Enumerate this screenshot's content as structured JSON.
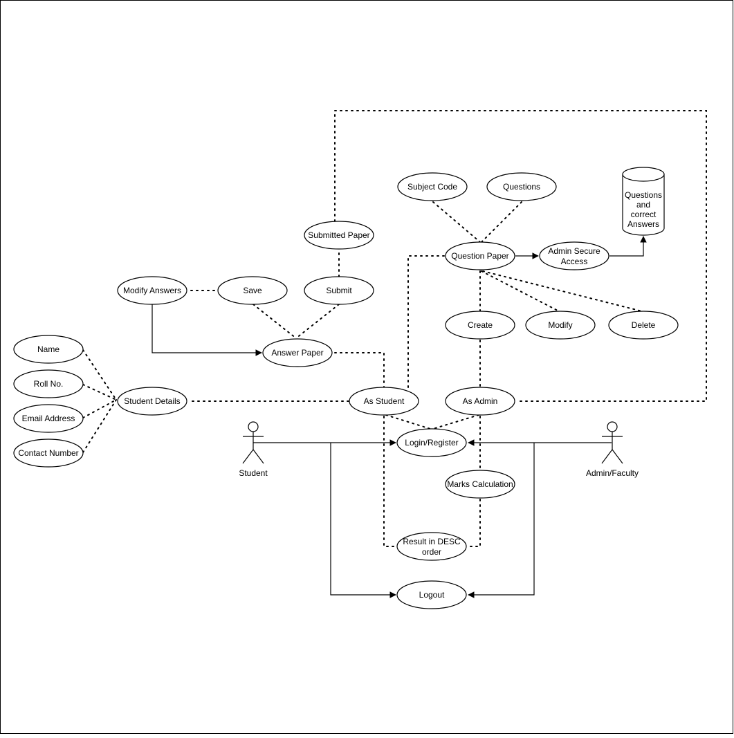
{
  "use_cases": {
    "name": "Name",
    "roll_no": "Roll No.",
    "email_address": "Email Address",
    "contact_number": "Contact Number",
    "student_details": "Student Details",
    "modify_answers": "Modify Answers",
    "save": "Save",
    "submit": "Submit",
    "submitted_paper": "Submitted Paper",
    "answer_paper": "Answer Paper",
    "as_student": "As Student",
    "as_admin": "As Admin",
    "subject_code": "Subject Code",
    "questions": "Questions",
    "question_paper": "Question Paper",
    "admin_secure_access": [
      "Admin Secure",
      "Access"
    ],
    "create": "Create",
    "modify": "Modify",
    "delete": "Delete",
    "login_register": "Login/Register",
    "marks_calculation": "Marks Calculation",
    "result_desc": [
      "Result in DESC",
      "order"
    ],
    "logout": "Logout"
  },
  "database": {
    "label": [
      "Questions",
      "and",
      "correct",
      "Answers"
    ]
  },
  "actors": {
    "student": "Student",
    "admin_faculty": "Admin/Faculty"
  }
}
